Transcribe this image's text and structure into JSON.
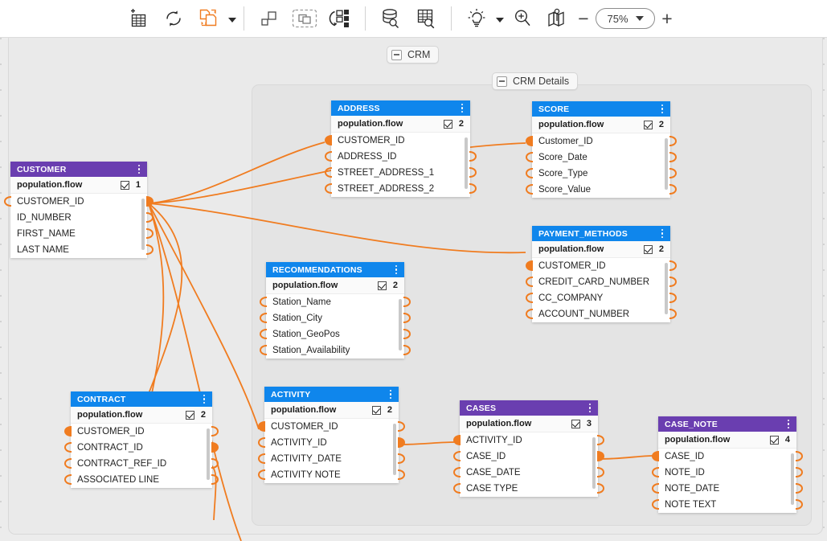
{
  "toolbar": {
    "buttons": [
      {
        "name": "add-table-icon",
        "title": "New table"
      },
      {
        "name": "refresh-icon",
        "title": "Refresh"
      },
      {
        "name": "duplicate-flow-icon",
        "title": "Copy flow"
      },
      {
        "name": "ungroup-icon",
        "title": "Ungroup"
      },
      {
        "name": "group-icon",
        "title": "Group"
      },
      {
        "name": "reorganize-icon",
        "title": "Auto layout"
      },
      {
        "name": "database-search-icon",
        "title": "Search database"
      },
      {
        "name": "table-search-icon",
        "title": "Search table"
      },
      {
        "name": "lightbulb-icon",
        "title": "Suggestions"
      },
      {
        "name": "zoom-search-icon",
        "title": "Zoom"
      },
      {
        "name": "map-icon",
        "title": "Minimap"
      }
    ],
    "zoom_value": "75%",
    "zoom_out_label": "−",
    "zoom_in_label": "+"
  },
  "canvas": {
    "groups": [
      {
        "id": "crm",
        "label": "CRM"
      },
      {
        "id": "crm-details",
        "label": "CRM Details"
      }
    ],
    "colors": {
      "header_blue": "#0f86ec",
      "header_purple": "#6a3eb0",
      "connector_orange": "#f07c20",
      "canvas_bg": "#ececec"
    },
    "tables": [
      {
        "id": "customer",
        "title": "CUSTOMER",
        "header_color": "purple",
        "flow_label": "population.flow",
        "flow_checked": true,
        "flow_count": "1",
        "fields": [
          {
            "name": "CUSTOMER_ID",
            "left_conn": "open",
            "right_conn": "filled"
          },
          {
            "name": "ID_NUMBER",
            "left_conn": "none",
            "right_conn": "open"
          },
          {
            "name": "FIRST_NAME",
            "left_conn": "none",
            "right_conn": "open"
          },
          {
            "name": "LAST  NAME",
            "left_conn": "none",
            "right_conn": "open"
          }
        ]
      },
      {
        "id": "address",
        "title": "ADDRESS",
        "header_color": "blue",
        "flow_label": "population.flow",
        "flow_checked": true,
        "flow_count": "2",
        "fields": [
          {
            "name": "CUSTOMER_ID",
            "left_conn": "filled",
            "right_conn": "none"
          },
          {
            "name": "ADDRESS_ID",
            "left_conn": "open",
            "right_conn": "open"
          },
          {
            "name": "STREET_ADDRESS_1",
            "left_conn": "open",
            "right_conn": "open"
          },
          {
            "name": "STREET_ADDRESS_2",
            "left_conn": "open",
            "right_conn": "open"
          }
        ]
      },
      {
        "id": "score",
        "title": "SCORE",
        "header_color": "blue",
        "flow_label": "population.flow",
        "flow_checked": true,
        "flow_count": "2",
        "fields": [
          {
            "name": "Customer_ID",
            "left_conn": "filled",
            "right_conn": "open"
          },
          {
            "name": "Score_Date",
            "left_conn": "open",
            "right_conn": "open"
          },
          {
            "name": "Score_Type",
            "left_conn": "open",
            "right_conn": "open"
          },
          {
            "name": "Score_Value",
            "left_conn": "open",
            "right_conn": "open"
          }
        ]
      },
      {
        "id": "payment-methods",
        "title": "PAYMENT_METHODS",
        "header_color": "blue",
        "flow_label": "population.flow",
        "flow_checked": true,
        "flow_count": "2",
        "fields": [
          {
            "name": "CUSTOMER_ID",
            "left_conn": "filled",
            "right_conn": "open"
          },
          {
            "name": "CREDIT_CARD_NUMBER",
            "left_conn": "open",
            "right_conn": "open"
          },
          {
            "name": "CC_COMPANY",
            "left_conn": "open",
            "right_conn": "open"
          },
          {
            "name": "ACCOUNT_NUMBER",
            "left_conn": "open",
            "right_conn": "open"
          }
        ]
      },
      {
        "id": "recommendations",
        "title": "RECOMMENDATIONS",
        "header_color": "blue",
        "flow_label": "population.flow",
        "flow_checked": true,
        "flow_count": "2",
        "fields": [
          {
            "name": "Station_Name",
            "left_conn": "open",
            "right_conn": "open"
          },
          {
            "name": "Station_City",
            "left_conn": "open",
            "right_conn": "open"
          },
          {
            "name": "Station_GeoPos",
            "left_conn": "open",
            "right_conn": "open"
          },
          {
            "name": "Station_Availability",
            "left_conn": "open",
            "right_conn": "open"
          }
        ]
      },
      {
        "id": "contract",
        "title": "CONTRACT",
        "header_color": "blue",
        "flow_label": "population.flow",
        "flow_checked": true,
        "flow_count": "2",
        "fields": [
          {
            "name": "CUSTOMER_ID",
            "left_conn": "filled",
            "right_conn": "open"
          },
          {
            "name": "CONTRACT_ID",
            "left_conn": "open",
            "right_conn": "filled"
          },
          {
            "name": "CONTRACT_REF_ID",
            "left_conn": "open",
            "right_conn": "open"
          },
          {
            "name": "ASSOCIATED  LINE",
            "left_conn": "open",
            "right_conn": "open"
          }
        ]
      },
      {
        "id": "activity",
        "title": "ACTIVITY",
        "header_color": "blue",
        "flow_label": "population.flow",
        "flow_checked": true,
        "flow_count": "2",
        "fields": [
          {
            "name": "CUSTOMER_ID",
            "left_conn": "filled",
            "right_conn": "open"
          },
          {
            "name": "ACTIVITY_ID",
            "left_conn": "open",
            "right_conn": "filled"
          },
          {
            "name": "ACTIVITY_DATE",
            "left_conn": "open",
            "right_conn": "open"
          },
          {
            "name": "ACTIVITY  NOTE",
            "left_conn": "open",
            "right_conn": "open"
          }
        ]
      },
      {
        "id": "cases",
        "title": "CASES",
        "header_color": "purple",
        "flow_label": "population.flow",
        "flow_checked": true,
        "flow_count": "3",
        "fields": [
          {
            "name": "ACTIVITY_ID",
            "left_conn": "filled",
            "right_conn": "open"
          },
          {
            "name": "CASE_ID",
            "left_conn": "open",
            "right_conn": "filled"
          },
          {
            "name": "CASE_DATE",
            "left_conn": "open",
            "right_conn": "open"
          },
          {
            "name": "CASE  TYPE",
            "left_conn": "open",
            "right_conn": "open"
          }
        ]
      },
      {
        "id": "case-note",
        "title": "CASE_NOTE",
        "header_color": "purple",
        "flow_label": "population.flow",
        "flow_checked": true,
        "flow_count": "4",
        "fields": [
          {
            "name": "CASE_ID",
            "left_conn": "filled",
            "right_conn": "open"
          },
          {
            "name": "NOTE_ID",
            "left_conn": "open",
            "right_conn": "open"
          },
          {
            "name": "NOTE_DATE",
            "left_conn": "open",
            "right_conn": "open"
          },
          {
            "name": "NOTE  TEXT",
            "left_conn": "open",
            "right_conn": "open"
          }
        ]
      }
    ]
  }
}
